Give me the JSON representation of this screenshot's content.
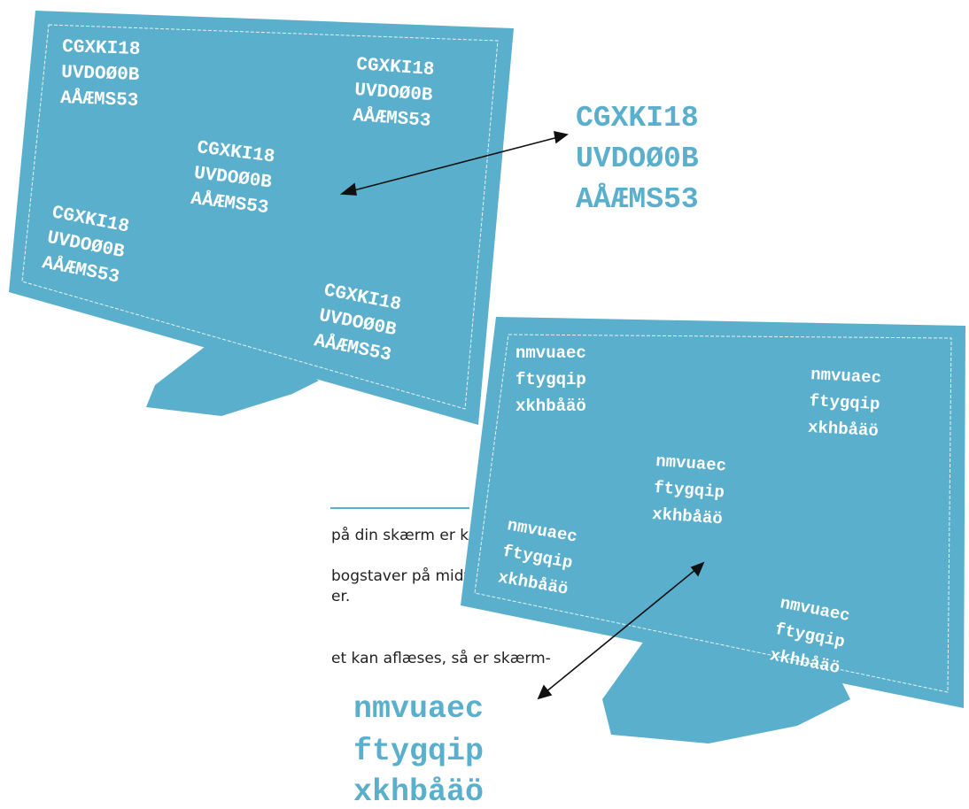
{
  "colors": {
    "monitor": "#5aafcc",
    "monitor_dark": "#4a9fbd",
    "screen_text": "#ffffff",
    "callout_text": "#5aafcc",
    "divider": "#5aafcc",
    "body_text": "#222222"
  },
  "uppercase_test": {
    "line1": "CGXKI18",
    "line2": "UVDOØ0B",
    "line3": "AÅÆMS53"
  },
  "lowercase_test": {
    "line1": "nmvuaec",
    "line2": "ftygqip",
    "line3": "xkhbåäö"
  },
  "text": {
    "line1": "på din skærm er klart formede:",
    "line2": "bogstaver på midten af skær-",
    "line3": "er.",
    "line4": "et kan aflæses, så er skærm-"
  }
}
